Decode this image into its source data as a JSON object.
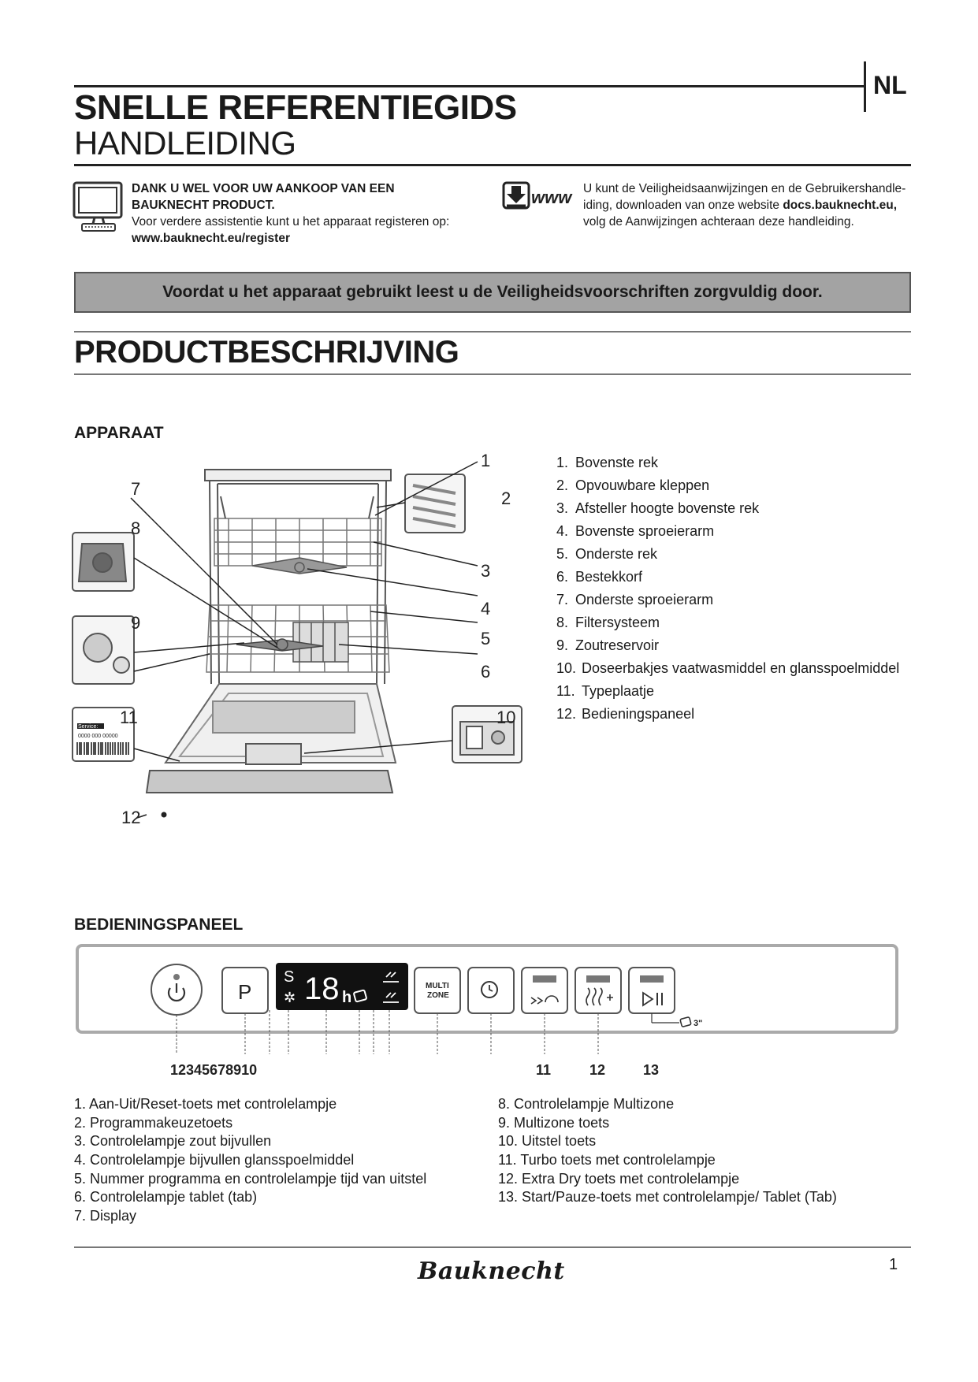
{
  "header": {
    "language": "NL",
    "title_line1": "SNELLE REFERENTIEGIDS",
    "title_line2": "HANDLEIDING"
  },
  "thanks": {
    "line1": "DANK U WEL VOOR UW AANKOOP VAN EEN",
    "line2": "BAUKNECHT PRODUCT.",
    "line3": "Voor verdere assistentie kunt u het apparaat registeren op:",
    "url": "www.bauknecht.eu/register"
  },
  "download": {
    "icon_text": "www",
    "line1": "U kunt de Veiligheidsaanwijzingen en de Gebruikershandle-",
    "line2_pre": "iding, downloaden van onze website ",
    "line2_link": "docs.bauknecht.eu,",
    "line3": "volg de Aanwijzingen achteraan deze handleiding."
  },
  "warning": "Voordat u het apparaat gebruikt leest u de Veiligheidsvoorschriften zorgvuldig door.",
  "product_section": {
    "title": "PRODUCTBESCHRIJVING",
    "appliance_title": "APPARAAT",
    "parts": [
      {
        "n": "1.",
        "label": "Bovenste rek"
      },
      {
        "n": "2.",
        "label": "Opvouwbare kleppen"
      },
      {
        "n": "3.",
        "label": "Afsteller hoogte bovenste rek"
      },
      {
        "n": "4.",
        "label": "Bovenste sproeierarm"
      },
      {
        "n": "5.",
        "label": "Onderste rek"
      },
      {
        "n": "6.",
        "label": "Bestekkorf"
      },
      {
        "n": "7.",
        "label": "Onderste sproeierarm"
      },
      {
        "n": "8.",
        "label": "Filtersysteem"
      },
      {
        "n": "9.",
        "label": "Zoutreservoir"
      },
      {
        "n": "10.",
        "label": "Doseerbakjes vaatwasmiddel en glansspoelmiddel"
      },
      {
        "n": "11.",
        "label": "Typeplaatje"
      },
      {
        "n": "12.",
        "label": "Bedieningspaneel"
      }
    ],
    "callouts": {
      "c1": "1",
      "c2": "2",
      "c3": "3",
      "c4": "4",
      "c5": "5",
      "c6": "6",
      "c7": "7",
      "c8": "8",
      "c9": "9",
      "c10": "10",
      "c11": "11",
      "c12": "12"
    },
    "rating_plate": {
      "service_label": "Service:",
      "service_number": "0000 000 00000"
    }
  },
  "panel_section": {
    "title": "BEDIENINGSPANEEL",
    "buttons": {
      "program": "P",
      "multizone_line1": "MULTI",
      "multizone_line2": "ZONE",
      "display_digits": "18",
      "display_h": "h",
      "display_s": "S",
      "tab_label": "3\""
    },
    "number_row": "12345678910",
    "num_11": "11",
    "num_12": "12",
    "num_13": "13",
    "controls_left": [
      {
        "n": "1.",
        "label": "Aan-Uit/Reset-toets met controlelampje"
      },
      {
        "n": "2.",
        "label": "Programmakeuzetoets"
      },
      {
        "n": "3.",
        "label": "Controlelampje zout bijvullen"
      },
      {
        "n": "4.",
        "label": "Controlelampje bijvullen glansspoelmiddel"
      },
      {
        "n": "5.",
        "label": "Nummer programma en controlelampje tijd van uitstel"
      },
      {
        "n": "6.",
        "label": "Controlelampje tablet (tab)"
      },
      {
        "n": "7.",
        "label": "Display"
      }
    ],
    "controls_right": [
      {
        "n": "8.",
        "label": "Controlelampje Multizone"
      },
      {
        "n": "9.",
        "label": "Multizone toets"
      },
      {
        "n": "10.",
        "label": "Uitstel toets"
      },
      {
        "n": "11.",
        "label": "Turbo toets met controlelampje"
      },
      {
        "n": "12.",
        "label": "Extra Dry toets met controlelampje"
      },
      {
        "n": "13.",
        "label": "Start/Pauze-toets met controlelampje/ Tablet (Tab)"
      }
    ]
  },
  "footer": {
    "brand": "Bauknecht",
    "page_number": "1"
  }
}
